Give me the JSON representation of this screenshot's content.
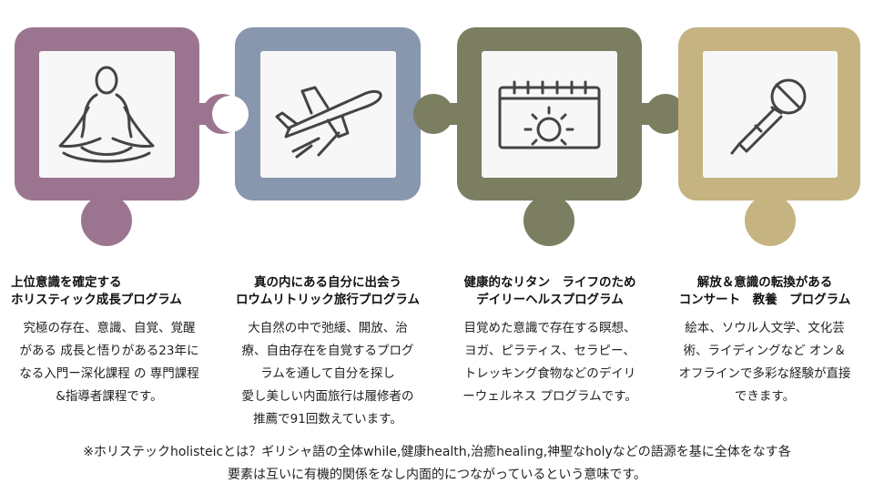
{
  "colors": {
    "piece1": "#9b7590",
    "piece2": "#8896ae",
    "piece3": "#7b7e61",
    "piece4": "#c5b381",
    "inner": "#f7f7f7",
    "icon": "#444444"
  },
  "programs": [
    {
      "icon": "meditation-icon",
      "title": "上位意識を確定する\nホリスティック成長プログラム",
      "description": "究極の存在、意識、自覚、覚醒\nがある 成長と悟りがある23年に\nなる入門ー深化課程 の 専門課程\n&指導者課程です。"
    },
    {
      "icon": "airplane-icon",
      "title": "真の内にある自分に出会う\nロウムリトリック旅行プログラム",
      "description": "大自然の中で弛緩、開放、治\n療、自由存在を自覚するプログ\nラムを通して自分を探し\n愛し美しい内面旅行は履修者の\n推薦で91回数えています。"
    },
    {
      "icon": "calendar-sun-icon",
      "title": "健康的なリタン　ライフのため\nデイリーヘルスプログラム",
      "description": "目覚めた意識で存在する瞑想、\nヨガ、ピラティス、セラピー、\nトレッキング食物などのデイリ\nーウェルネス プログラムです。"
    },
    {
      "icon": "microphone-icon",
      "title": "解放＆意識の転換がある\nコンサート　教養　プログラム",
      "description": "絵本、ソウル人文学、文化芸\n術、ライディングなど オン＆\nオフラインで多彩な経験が直接\nできます。"
    }
  ],
  "footnote": "※ホリステックholisteicとは？ギリシャ語の全体while,健康health,治癒healing,神聖なholyなどの語源を基に全体をなす各\n要素は互いに有機的関係をなし内面的につながっているという意味です。"
}
